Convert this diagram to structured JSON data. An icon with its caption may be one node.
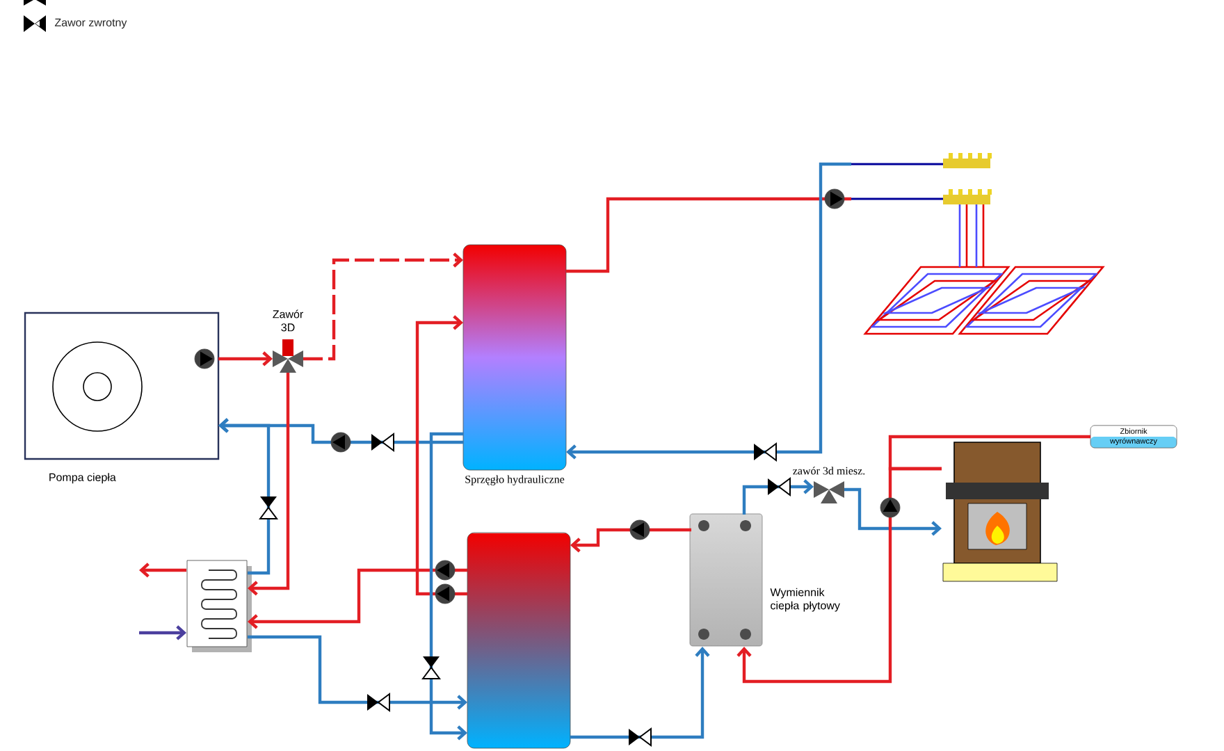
{
  "diagram": {
    "nodes": [
      {
        "text": [
          "Pompa ciepła"
        ]
      },
      {
        "text": [
          "Zawór 3D"
        ]
      },
      {
        "text": [
          "Sprzęgło hydrauliczne"
        ]
      },
      {
        "text": [],
        "shape": "picture"
      },
      {
        "text": [],
        "shape": "cylinder"
      },
      {
        "text": [
          "Wymiennik ciepła płytowy"
        ]
      },
      {
        "text": [],
        "shape": "box"
      },
      {
        "text": [
          "zawór 3d miesz."
        ]
      },
      {
        "text": [],
        "shape": "picture"
      },
      {
        "text": [
          "Zbiornik wyrównawczy"
        ]
      }
    ],
    "edges": [
      {
        "from": 0,
        "to": 1,
        "arrow": "to"
      },
      {
        "from": 1,
        "to": 2,
        "arrow": "to",
        "style": "dashed"
      },
      {
        "from": 2,
        "to": 3,
        "arrow": "none"
      },
      {
        "from": 3,
        "to": 2,
        "arrow": "to",
        "color": "#2e7dc0"
      },
      {
        "from": 2,
        "to": 0,
        "arrow": "to",
        "color": "#2e7dc0"
      },
      {
        "from": 1,
        "to": 6,
        "arrow": "to"
      },
      {
        "from": 4,
        "to": 6,
        "arrow": "to"
      },
      {
        "from": 5,
        "to": 4,
        "arrow": "to"
      },
      {
        "from": 4,
        "to": 5,
        "arrow": "to",
        "color": "#2e7dc0"
      },
      {
        "from": 5,
        "to": 7,
        "arrow": "to",
        "color": "#2e7dc0"
      },
      {
        "from": 7,
        "to": 8,
        "arrow": "to",
        "color": "#2e7dc0"
      },
      {
        "from": 8,
        "to": 9,
        "arrow": "none"
      },
      {
        "from": 8,
        "to": 5,
        "arrow": "to"
      },
      {
        "from": 4,
        "to": 2,
        "arrow": "to"
      },
      {
        "from": 6,
        "to": 4,
        "arrow": "to",
        "color": "#2e7dc0"
      },
      {
        "from": 6,
        "to": 0,
        "arrow": "to",
        "color": "#2e7dc0"
      },
      {
        "from": 2,
        "to": 4,
        "arrow": "to",
        "color": "#2e7dc0"
      },
      {
        "from": null,
        "to": 6,
        "arrow": "to",
        "color": "#4b3f9e"
      },
      {
        "from": 6,
        "to": null,
        "arrow": "to"
      }
    ],
    "legend": [
      {
        "text": "Zawor zwrotny"
      }
    ]
  }
}
